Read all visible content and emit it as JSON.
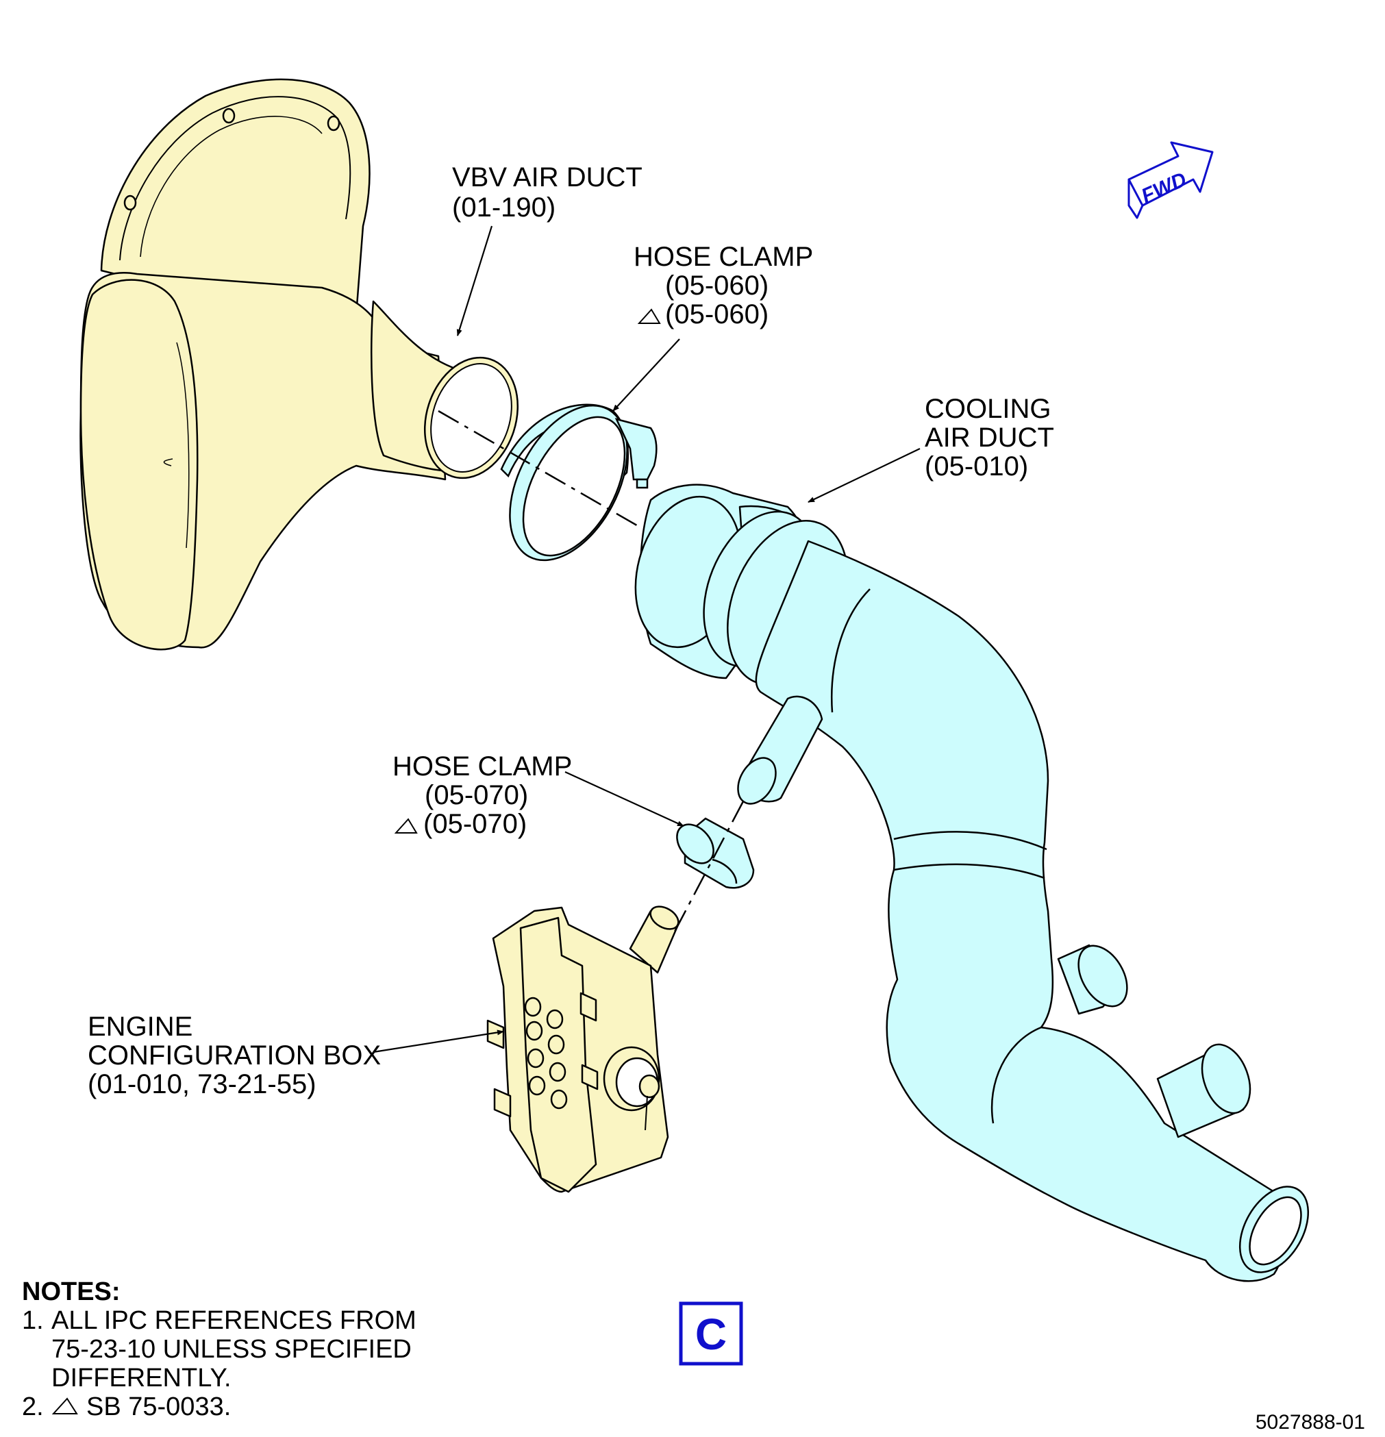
{
  "colors": {
    "duct_fill": "#cdfcfd",
    "yellow_fill": "#faf5c3",
    "accent_blue": "#1010cc",
    "line": "#000000"
  },
  "fwd_label": "FWD",
  "view_letter": "C",
  "figure_id": "5027888-01",
  "labels": {
    "vbv_air_duct": {
      "name": "VBV AIR DUCT",
      "ref": "(01-190)"
    },
    "hose_clamp_upper": {
      "name": "HOSE CLAMP",
      "ref": "(05-060)",
      "sb_ref": "(05-060)"
    },
    "cooling_air_duct": {
      "name_line1": "COOLING",
      "name_line2": "AIR DUCT",
      "ref": "(05-010)"
    },
    "hose_clamp_lower": {
      "name": "HOSE CLAMP",
      "ref": "(05-070)",
      "sb_ref": "(05-070)"
    },
    "engine_config_box": {
      "name_line1": "ENGINE",
      "name_line2": "CONFIGURATION BOX",
      "ref": "(01-010, 73-21-55)"
    }
  },
  "notes": {
    "heading": "NOTES:",
    "note1_num": "1.",
    "note1_line1": "ALL IPC REFERENCES FROM",
    "note1_line2": "75-23-10 UNLESS SPECIFIED",
    "note1_line3": "DIFFERENTLY.",
    "note2_num": "2.",
    "note2_text": "SB 75-0033."
  }
}
